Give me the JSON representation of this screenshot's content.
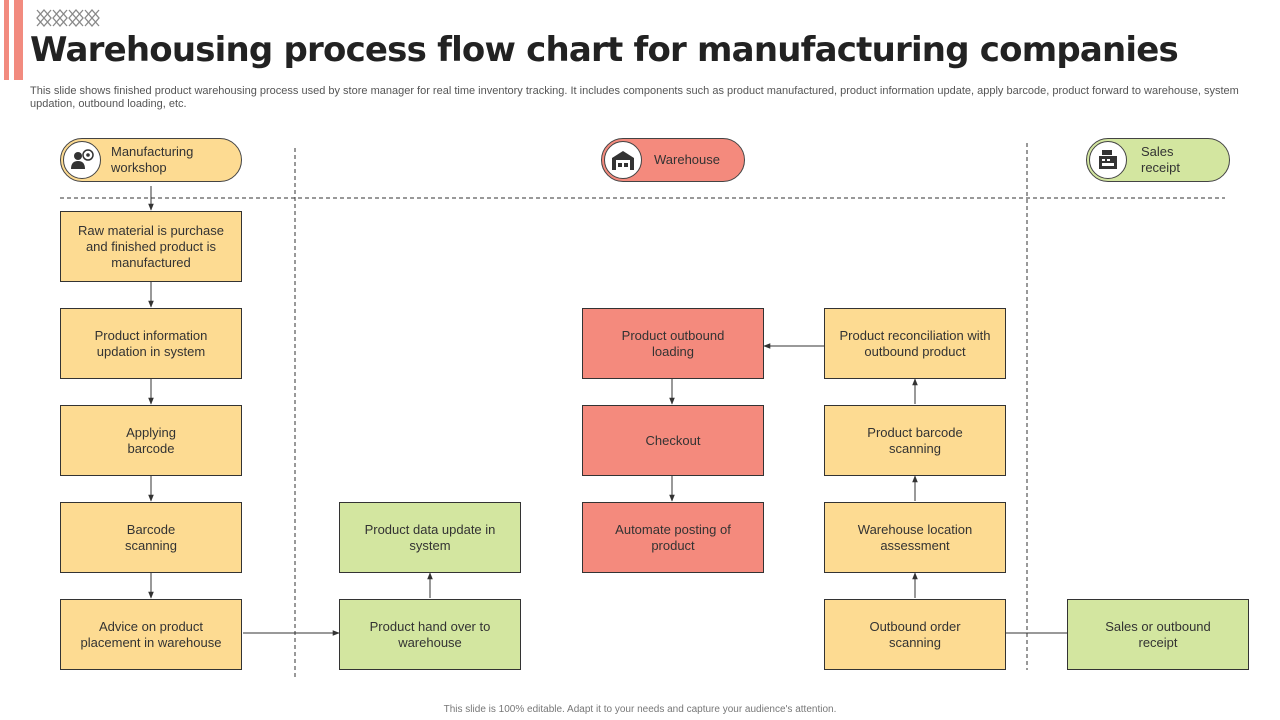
{
  "title": "Warehousing process flow chart for manufacturing companies",
  "subtitle": "This slide shows finished product warehousing process used by store manager for real time inventory tracking. It includes components such as product manufactured, product information update, apply barcode, product forward to warehouse, system updation, outbound loading, etc.",
  "footer": "This slide is 100% editable. Adapt it to your needs and capture your audience's attention.",
  "colors": {
    "accent": "#f28b7f",
    "yellow": "#fddb92",
    "red": "#f48a7d",
    "green": "#d3e6a0"
  },
  "lanes": {
    "manufacturing": {
      "label": "Manufacturing\nworkshop",
      "icon": "worker-icon"
    },
    "warehouse": {
      "label": "Warehouse",
      "icon": "warehouse-icon"
    },
    "sales": {
      "label": "Sales\nreceipt",
      "icon": "cash-register-icon"
    }
  },
  "steps": {
    "raw_material": "Raw material is purchase and finished product is manufactured",
    "product_info": "Product information updation in system",
    "applying_barcode": "Applying barcode",
    "barcode_scanning": "Barcode scanning",
    "advice_placement": "Advice on product placement in warehouse",
    "hand_over": "Product hand over to warehouse",
    "data_update": "Product data update in system",
    "automate_posting": "Automate posting of product",
    "checkout": "Checkout",
    "outbound_loading": "Product outbound loading",
    "reconciliation": "Product reconciliation with outbound product",
    "product_barcode_scanning": "Product barcode scanning",
    "location_assessment": "Warehouse location assessment",
    "outbound_order_scanning": "Outbound order scanning",
    "sales_receipt": "Sales or outbound receipt"
  }
}
